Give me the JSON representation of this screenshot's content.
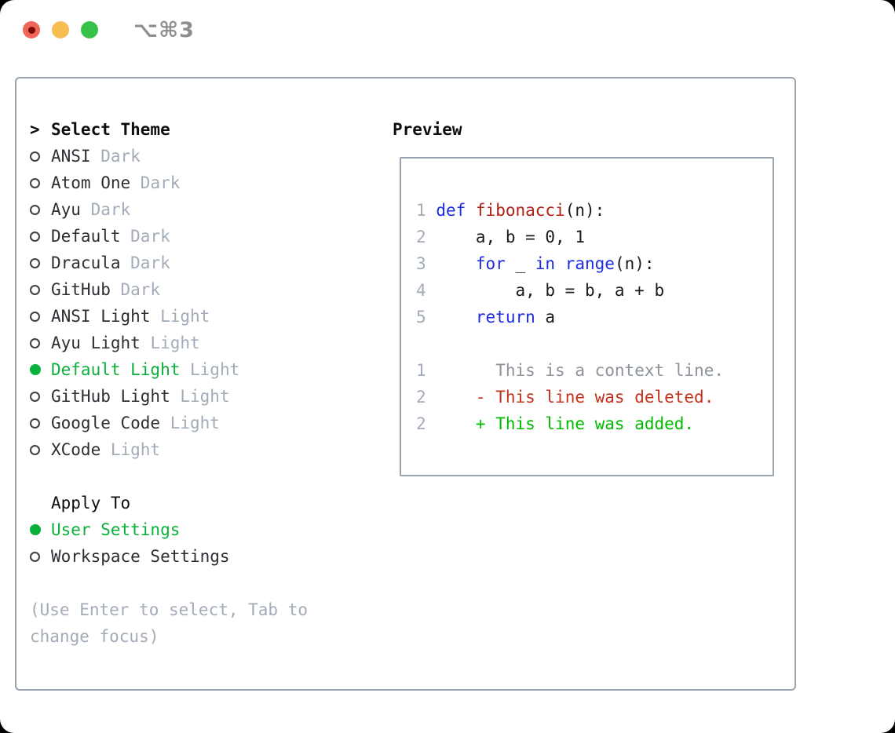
{
  "window": {
    "title": "⌥⌘3"
  },
  "theme_selector": {
    "prompt": ">",
    "title": "Select Theme",
    "items": [
      {
        "id": "ansi-dark",
        "name": "ANSI",
        "variant": "Dark",
        "selected": false
      },
      {
        "id": "atom-one-dark",
        "name": "Atom One",
        "variant": "Dark",
        "selected": false
      },
      {
        "id": "ayu-dark",
        "name": "Ayu",
        "variant": "Dark",
        "selected": false
      },
      {
        "id": "default-dark",
        "name": "Default",
        "variant": "Dark",
        "selected": false
      },
      {
        "id": "dracula-dark",
        "name": "Dracula",
        "variant": "Dark",
        "selected": false
      },
      {
        "id": "github-dark",
        "name": "GitHub",
        "variant": "Dark",
        "selected": false
      },
      {
        "id": "ansi-light",
        "name": "ANSI Light",
        "variant": "Light",
        "selected": false
      },
      {
        "id": "ayu-light",
        "name": "Ayu Light",
        "variant": "Light",
        "selected": false
      },
      {
        "id": "default-light",
        "name": "Default Light",
        "variant": "Light",
        "selected": true
      },
      {
        "id": "github-light",
        "name": "GitHub Light",
        "variant": "Light",
        "selected": false
      },
      {
        "id": "google-code",
        "name": "Google Code",
        "variant": "Light",
        "selected": false
      },
      {
        "id": "xcode",
        "name": "XCode",
        "variant": "Light",
        "selected": false
      }
    ]
  },
  "apply_to": {
    "title": "Apply To",
    "options": [
      {
        "id": "user-settings",
        "label": "User Settings",
        "selected": true
      },
      {
        "id": "workspace-settings",
        "label": "Workspace Settings",
        "selected": false
      }
    ]
  },
  "help_text": "(Use Enter to select, Tab to change focus)",
  "preview": {
    "title": "Preview",
    "code_lines": [
      {
        "num": "1",
        "tokens": [
          {
            "c": "k",
            "t": "def"
          },
          {
            "c": "p",
            "t": " "
          },
          {
            "c": "f",
            "t": "fibonacci"
          },
          {
            "c": "p",
            "t": "(n):"
          }
        ]
      },
      {
        "num": "2",
        "tokens": [
          {
            "c": "p",
            "t": "    a, b = 0, 1"
          }
        ]
      },
      {
        "num": "3",
        "tokens": [
          {
            "c": "p",
            "t": "    "
          },
          {
            "c": "k",
            "t": "for"
          },
          {
            "c": "p",
            "t": " _ "
          },
          {
            "c": "k",
            "t": "in"
          },
          {
            "c": "p",
            "t": " "
          },
          {
            "c": "k",
            "t": "range"
          },
          {
            "c": "p",
            "t": "(n):"
          }
        ]
      },
      {
        "num": "4",
        "tokens": [
          {
            "c": "p",
            "t": "        a, b = b, a + b"
          }
        ]
      },
      {
        "num": "5",
        "tokens": [
          {
            "c": "p",
            "t": "    "
          },
          {
            "c": "k",
            "t": "return"
          },
          {
            "c": "p",
            "t": " a"
          }
        ]
      }
    ],
    "diff_lines": [
      {
        "num": "1",
        "marker": " ",
        "kind": "context",
        "text": "This is a context line."
      },
      {
        "num": "2",
        "marker": "-",
        "kind": "deleted",
        "text": "This line was deleted."
      },
      {
        "num": "2",
        "marker": "+",
        "kind": "added",
        "text": "This line was added."
      }
    ]
  },
  "colors": {
    "accent_green": "#09B03A",
    "added_green": "#00BB00",
    "deleted_red": "#C5311D",
    "keyword_blue": "#1C2BE2",
    "function_red": "#B01E14",
    "muted_gray": "#A2ABB8",
    "context_gray": "#8C939B",
    "text_dark": "#2B2F33",
    "heading_black": "#0D0D0D",
    "border_gray": "#9AA2AE",
    "traffic_red": "#F0645A",
    "traffic_red_dot": "#7A0B04",
    "traffic_yellow": "#F6BE50",
    "traffic_green": "#38C149",
    "title_gray": "#8E8E8E"
  }
}
